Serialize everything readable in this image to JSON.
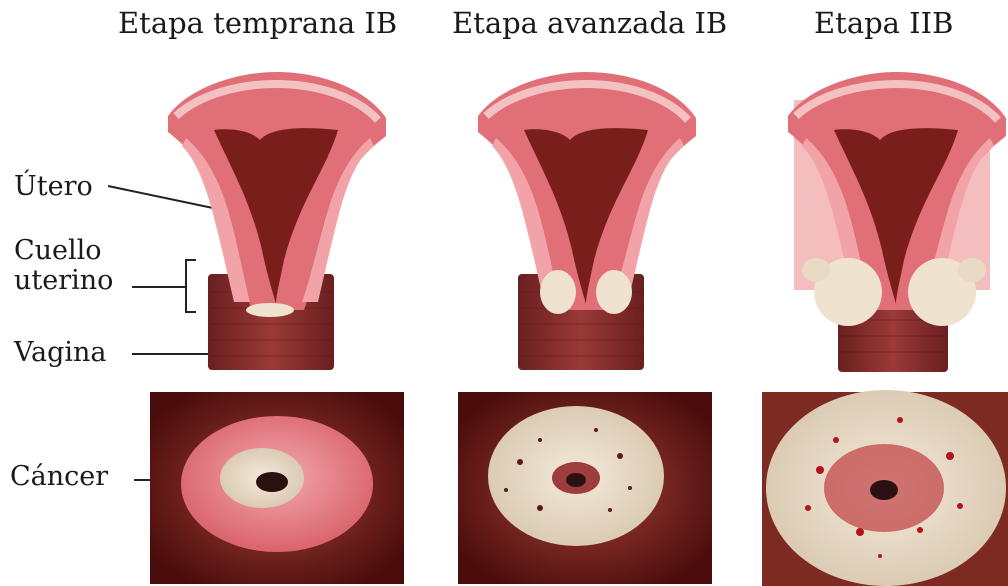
{
  "stages": [
    {
      "title": "Etapa temprana IB"
    },
    {
      "title": "Etapa avanzada IB"
    },
    {
      "title": "Etapa  IIB"
    }
  ],
  "labels": {
    "utero": "Útero",
    "cuello_line1": "Cuello",
    "cuello_line2": "uterino",
    "vagina": "Vagina",
    "cancer": "Cáncer"
  },
  "colors": {
    "uterus_outer": "#e06f78",
    "uterus_inner": "#f2a3a8",
    "cavity": "#7a1e1c",
    "vagina": "#7d2a2a",
    "tumor": "#efe2cf",
    "tissue_bg": "#6b1512",
    "cervix": "#e8868d",
    "blood": "#b5121b"
  }
}
